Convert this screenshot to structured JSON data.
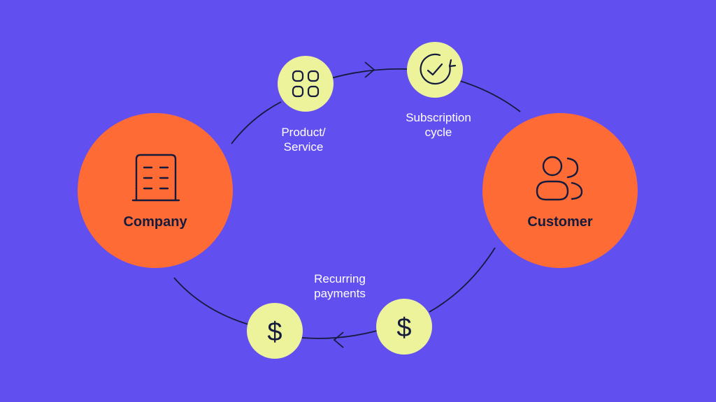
{
  "colors": {
    "background": "#624FF0",
    "node_primary": "#FF6B35",
    "node_secondary": "#EDF39B",
    "line": "#141B3D",
    "label_light": "#FFFFFF",
    "label_dark": "#141B3D"
  },
  "nodes": {
    "company": {
      "label": "Company",
      "icon": "building-icon"
    },
    "customer": {
      "label": "Customer",
      "icon": "users-icon"
    },
    "product": {
      "icon": "grid-apps-icon"
    },
    "subscription": {
      "icon": "cycle-check-icon"
    },
    "payment_left": {
      "icon": "dollar-icon"
    },
    "payment_right": {
      "icon": "dollar-icon"
    }
  },
  "labels": {
    "product": "Product/\nService",
    "subscription": "Subscription\ncycle",
    "recurring": "Recurring\npayments"
  },
  "flows": [
    {
      "from": "company",
      "to": "customer",
      "direction": "clockwise"
    },
    {
      "from": "customer",
      "to": "company",
      "direction": "clockwise"
    }
  ]
}
